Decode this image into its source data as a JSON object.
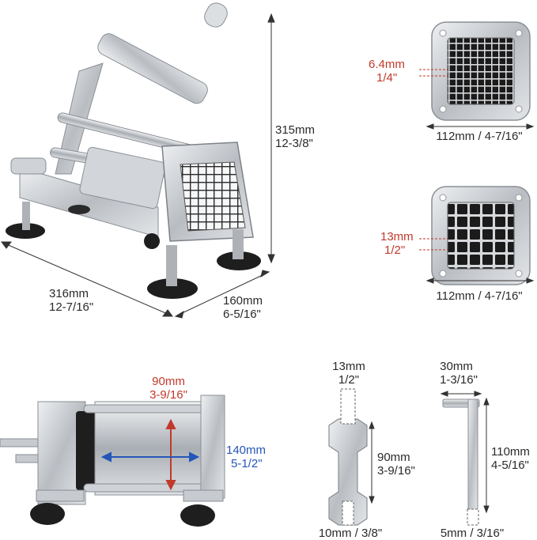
{
  "main_view": {
    "height_mm": "315mm",
    "height_in": "12-3/8\"",
    "length_mm": "316mm",
    "length_in": "12-7/16\"",
    "depth_mm": "160mm",
    "depth_in": "6-5/16\""
  },
  "blade_small": {
    "cut_mm": "6.4mm",
    "cut_in": "1/4\"",
    "width": "112mm / 4-7/16\""
  },
  "blade_large": {
    "cut_mm": "13mm",
    "cut_in": "1/2\"",
    "width": "112mm / 4-7/16\""
  },
  "chamber": {
    "height_mm": "90mm",
    "height_in": "3-9/16\"",
    "width_mm": "140mm",
    "width_in": "5-1/2\""
  },
  "wrench": {
    "top_mm": "13mm",
    "top_in": "1/2\"",
    "length_mm": "90mm",
    "length_in": "3-9/16\"",
    "bottom": "10mm / 3/8\""
  },
  "hex_key": {
    "top_mm": "30mm",
    "top_in": "1-3/16\"",
    "length_mm": "110mm",
    "length_in": "4-5/16\"",
    "bottom": "5mm / 3/16\""
  },
  "colors": {
    "accent_red": "#c0392b",
    "accent_blue": "#2456b8",
    "metal": "#c9ccd0",
    "dark": "#1e1e1e"
  }
}
